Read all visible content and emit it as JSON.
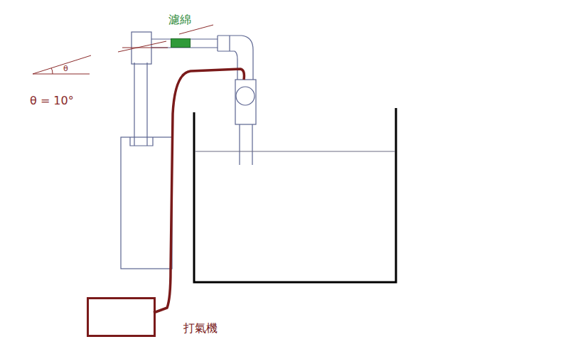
{
  "diagram": {
    "nodes": [
      {
        "text": [
          "濾綿"
        ]
      },
      {
        "text": [
          "打氣機"
        ]
      }
    ],
    "labels": [
      "θ",
      "θ = 10°"
    ]
  }
}
